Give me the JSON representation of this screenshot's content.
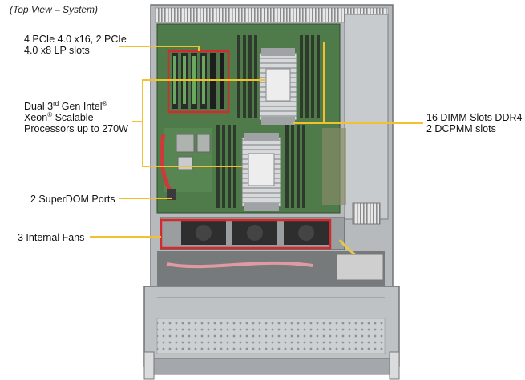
{
  "caption": "(Top View – System)",
  "callouts": {
    "pcie": {
      "line1": "4 PCIe 4.0 x16, 2 PCIe",
      "line2": "4.0 x8 LP slots"
    },
    "cpu": {
      "line1_a": "Dual 3",
      "line1_sup": "rd",
      "line1_b": " Gen Intel",
      "line1_reg": "®",
      "line2_a": "Xeon",
      "line2_reg": "®",
      "line2_b": " Scalable",
      "line3": "Processors up to 270W"
    },
    "dimm": {
      "line1": "16 DIMM Slots DDR4",
      "line2": "2 DCPMM slots"
    },
    "superdom": {
      "label": "2 SuperDOM Ports"
    },
    "fans": {
      "label": "3 Internal  Fans"
    }
  },
  "colors": {
    "leader_line": "#f2c12e",
    "highlight_box": "#d22b2b",
    "board_green": "#4f7a4a",
    "chassis_gray": "#b9bcbf"
  }
}
